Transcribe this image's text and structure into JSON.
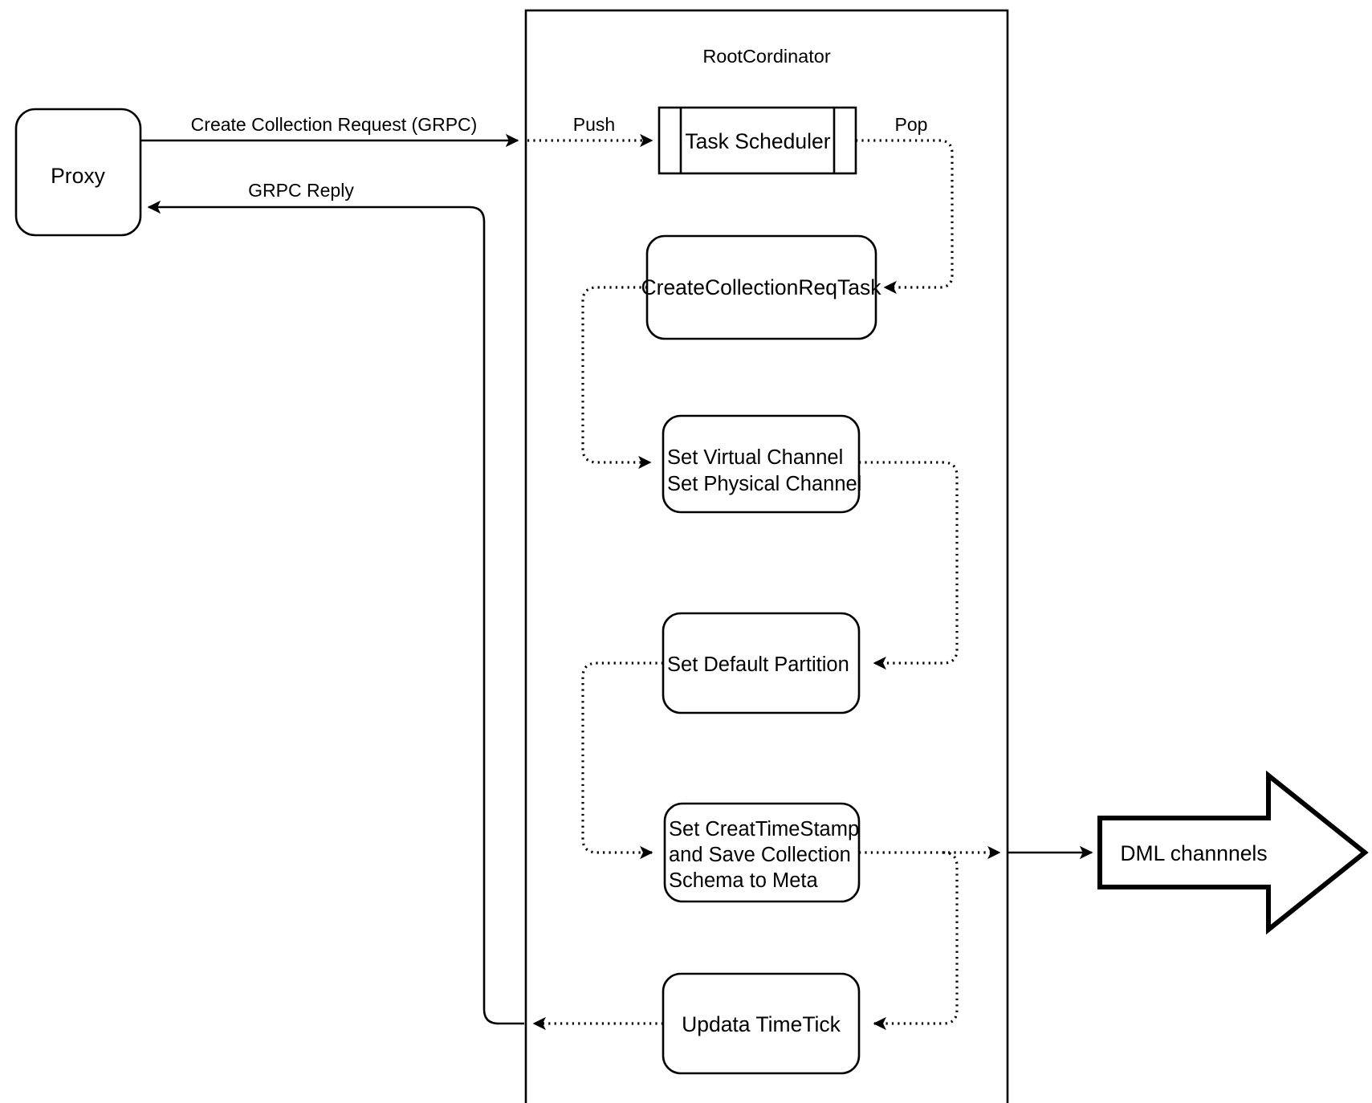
{
  "diagram": {
    "type": "flow-diagram",
    "title": "RootCordinator",
    "external_nodes": {
      "proxy": {
        "label": "Proxy",
        "shape": "rounded-rect"
      },
      "dml": {
        "label": "DML channnels",
        "shape": "block-arrow-right"
      }
    },
    "container": {
      "label": "RootCordinator",
      "shape": "rect"
    },
    "nodes": [
      {
        "id": "task-scheduler",
        "label": "Task Scheduler",
        "shape": "process-queue",
        "align": "center"
      },
      {
        "id": "create-collection-req-task",
        "label": "CreateCollectionReqTask",
        "shape": "rounded-rect",
        "align": "center"
      },
      {
        "id": "set-channels",
        "label": "Set Virtual Channel\nSet Physical Channel",
        "line1": "Set Virtual Channel",
        "line2": "Set Physical Channel",
        "shape": "rounded-rect",
        "align": "left"
      },
      {
        "id": "set-default-partition",
        "label": "Set Default Partition",
        "shape": "rounded-rect",
        "align": "left"
      },
      {
        "id": "set-createtimestamp",
        "label": "Set CreatTimeStamp\nand Save Collection\nSchema to Meta",
        "line1": "Set CreatTimeStamp",
        "line2": "and Save Collection",
        "line3": "Schema to Meta",
        "shape": "rounded-rect",
        "align": "left"
      },
      {
        "id": "updata-timetick",
        "label": "Updata TimeTick",
        "shape": "rounded-rect",
        "align": "center"
      }
    ],
    "edge_labels": {
      "create_collection_request": "Create Collection Request (GRPC)",
      "grpc_reply": "GRPC Reply",
      "push": "Push",
      "pop": "Pop"
    },
    "colors": {
      "stroke": "#000000",
      "fill": "#ffffff",
      "background": "#ffffff"
    }
  }
}
